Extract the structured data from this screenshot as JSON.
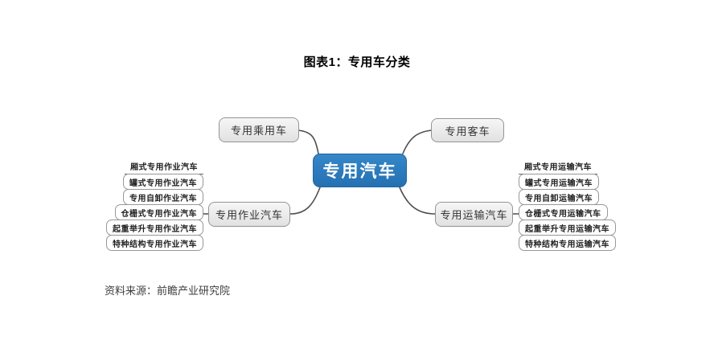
{
  "title": "图表1：专用车分类",
  "source": "资料来源：前瞻产业研究院",
  "colors": {
    "center_node_blue": "#2979ba",
    "branch_fill": "#ededed",
    "node_border": "#949494",
    "connector_line": "#4d4d4d"
  },
  "diagram": {
    "center": "专用汽车",
    "branches": {
      "passenger": "专用乘用车",
      "bus": "专用客车",
      "work": "专用作业汽车",
      "transport": "专用运输汽车"
    },
    "work_items": [
      "厢式专用作业汽车",
      "罐式专用作业汽车",
      "专用自卸作业汽车",
      "仓栅式专用作业汽车",
      "起重举升专用作业汽车",
      "特种结构专用作业汽车"
    ],
    "transport_items": [
      "厢式专用运输汽车",
      "罐式专用运输汽车",
      "专用自卸运输汽车",
      "仓栅式专用运输汽车",
      "起重举升专用运输汽车",
      "特种结构专用运输汽车"
    ]
  }
}
